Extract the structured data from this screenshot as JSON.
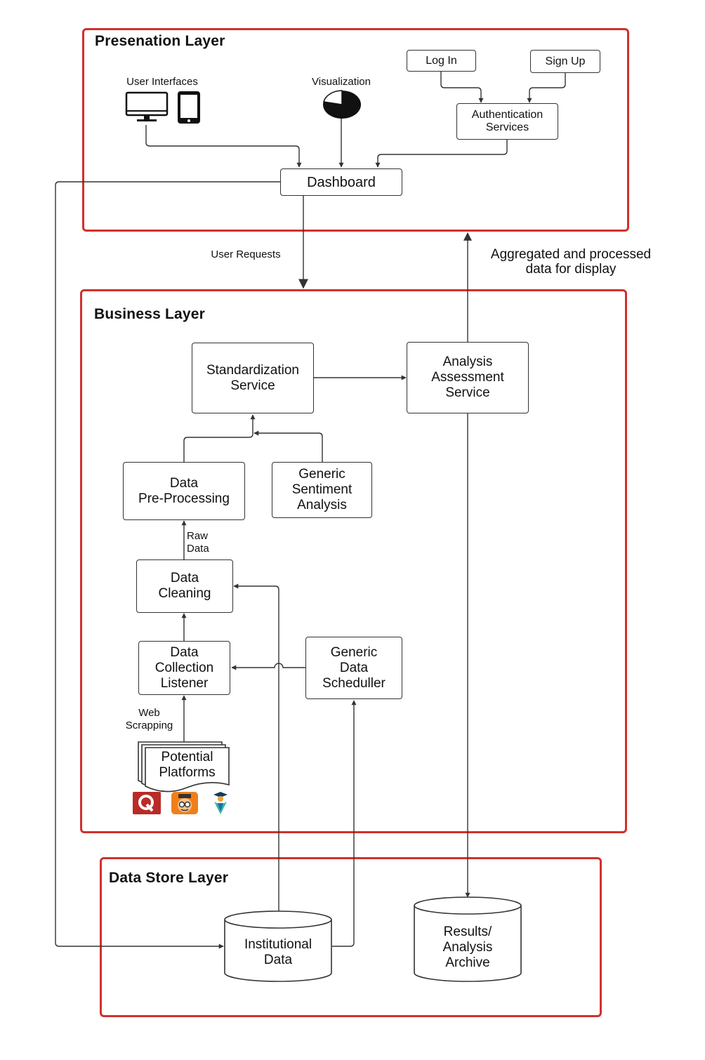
{
  "layers": {
    "presentation": "Presenation Layer",
    "business": "Business Layer",
    "datastore": "Data Store Layer"
  },
  "presentation": {
    "user_interfaces": "User Interfaces",
    "visualization": "Visualization",
    "login": "Log In",
    "signup": "Sign Up",
    "auth": "Authentication\nServices",
    "dashboard": "Dashboard"
  },
  "flows": {
    "user_requests": "User Requests",
    "aggregated": "Aggregated and processed\ndata for display",
    "raw_data": "Raw\nData",
    "web_scrapping": "Web\nScrapping"
  },
  "business": {
    "standardization": "Standardization\nService",
    "analysis": "Analysis\nAssessment\nService",
    "preprocessing": "Data\nPre-Processing",
    "sentiment": "Generic\nSentiment\nAnalysis",
    "cleaning": "Data\nCleaning",
    "collection": "Data\nCollection\nListener",
    "scheduler": "Generic\nData\nScheduller",
    "platforms": "Potential\nPlatforms"
  },
  "datastore": {
    "institutional": "Institutional\nData",
    "archive": "Results/\nAnalysis\nArchive"
  },
  "colors": {
    "layer_border": "#d0312d",
    "wire": "#333333"
  },
  "icons": [
    "desktop-monitor-icon",
    "smartphone-icon",
    "pie-chart-icon",
    "quora-q-icon",
    "owl-mascot-icon",
    "graduate-figure-icon"
  ]
}
